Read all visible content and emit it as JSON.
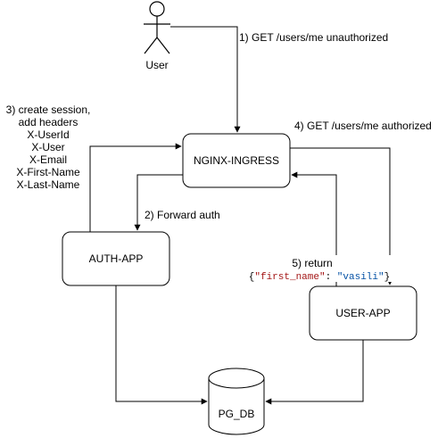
{
  "actor": {
    "label": "User"
  },
  "nodes": {
    "nginx": "NGINX-INGRESS",
    "auth": "AUTH-APP",
    "user_app": "USER-APP",
    "db": "PG_DB"
  },
  "edges": {
    "step1": "1) GET /users/me unauthorized",
    "step2": "2) Forward auth",
    "step3": [
      "3) create session,",
      "add headers",
      "X-UserId",
      "X-User",
      "X-Email",
      "X-First-Name",
      "X-Last-Name"
    ],
    "step4": "4) GET /users/me authorized",
    "step5": "5) return",
    "step5_json": {
      "open": "{",
      "key": "\"first_name\"",
      "colon": ": ",
      "value": "\"vasili\"",
      "close": "}"
    }
  },
  "colors": {
    "stroke": "#000000",
    "json_key": "#a31515",
    "json_value": "#0451a5",
    "background": "#ffffff"
  }
}
